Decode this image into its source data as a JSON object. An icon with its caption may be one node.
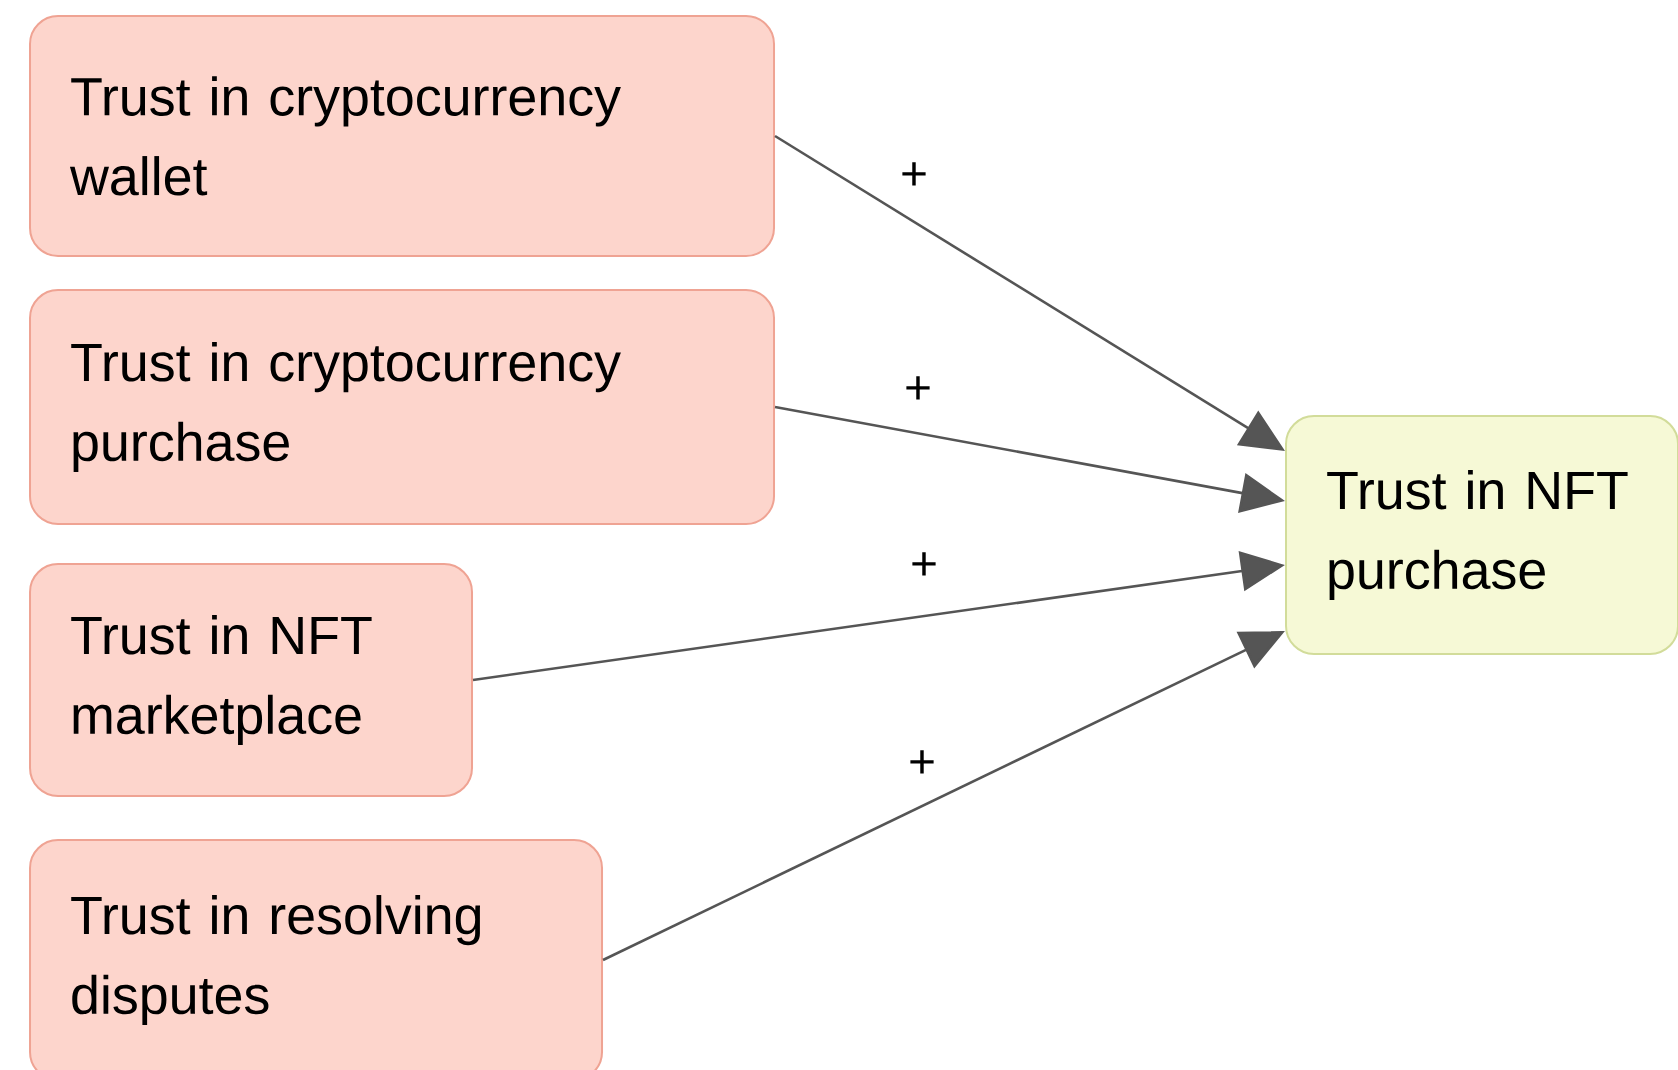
{
  "diagram": {
    "nodes": [
      {
        "text": [
          "Trust in cryptocurrency wallet"
        ]
      },
      {
        "text": [
          "Trust in cryptocurrency purchase"
        ]
      },
      {
        "text": [
          "Trust in NFT marketplace"
        ]
      },
      {
        "text": [
          "Trust in resolving disputes"
        ]
      },
      {
        "text": [
          "Trust in NFT purchase"
        ]
      }
    ],
    "edges": [
      {
        "from": 0,
        "to": 4,
        "arrow": "to",
        "label": "+"
      },
      {
        "from": 1,
        "to": 4,
        "arrow": "to",
        "label": "+"
      },
      {
        "from": 2,
        "to": 4,
        "arrow": "to",
        "label": "+"
      },
      {
        "from": 3,
        "to": 4,
        "arrow": "to",
        "label": "+"
      }
    ]
  }
}
